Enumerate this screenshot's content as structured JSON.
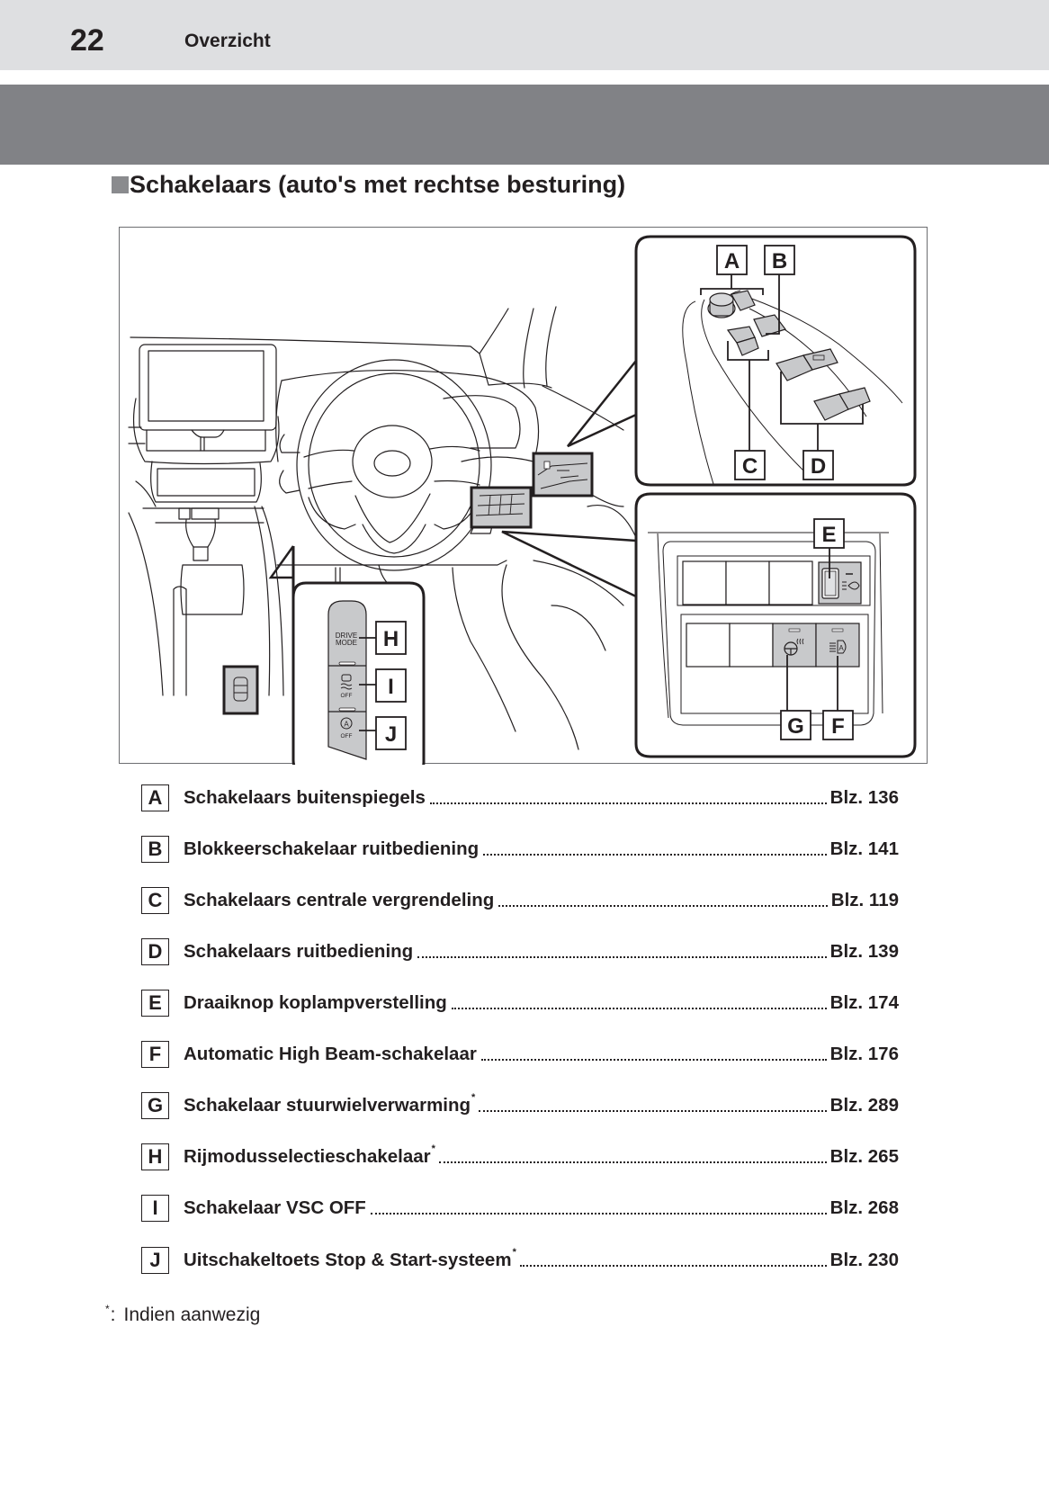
{
  "header": {
    "page_number": "22",
    "chapter": "Overzicht"
  },
  "section": {
    "title": "Schakelaars (auto's met rechtse besturing)"
  },
  "figure": {
    "callout_labels": [
      "A",
      "B",
      "C",
      "D",
      "E",
      "F",
      "G",
      "H",
      "I",
      "J"
    ],
    "switch_texts": {
      "drive_mode_line1": "DRIVE",
      "drive_mode_line2": "MODE",
      "vsc_off": "OFF",
      "stop_start_off": "OFF"
    },
    "colors": {
      "switch_fill": "#c8c9cb",
      "line": "#231f20"
    }
  },
  "legend": {
    "items": [
      {
        "key": "A",
        "label": "Schakelaars buitenspiegels",
        "asterisk": "",
        "page": "Blz. 136"
      },
      {
        "key": "B",
        "label": "Blokkeerschakelaar ruitbediening",
        "asterisk": "",
        "page": "Blz. 141"
      },
      {
        "key": "C",
        "label": "Schakelaars centrale vergrendeling",
        "asterisk": "",
        "page": "Blz. 119"
      },
      {
        "key": "D",
        "label": "Schakelaars ruitbediening",
        "asterisk": "",
        "page": "Blz. 139"
      },
      {
        "key": "E",
        "label": "Draaiknop koplampverstelling",
        "asterisk": "",
        "page": "Blz. 174"
      },
      {
        "key": "F",
        "label": "Automatic High Beam-schakelaar",
        "asterisk": "",
        "page": "Blz. 176"
      },
      {
        "key": "G",
        "label": "Schakelaar stuurwielverwarming",
        "asterisk": "*",
        "page": "Blz. 289"
      },
      {
        "key": "H",
        "label": "Rijmodusselectieschakelaar",
        "asterisk": "*",
        "page": "Blz. 265"
      },
      {
        "key": "I",
        "label": "Schakelaar VSC OFF",
        "asterisk": "",
        "page": "Blz. 268"
      },
      {
        "key": "J",
        "label": "Uitschakeltoets Stop & Start-systeem",
        "asterisk": "*",
        "page": "Blz. 230"
      }
    ]
  },
  "footnote": {
    "marker": "*",
    "separator": ":",
    "text": "Indien aanwezig"
  }
}
